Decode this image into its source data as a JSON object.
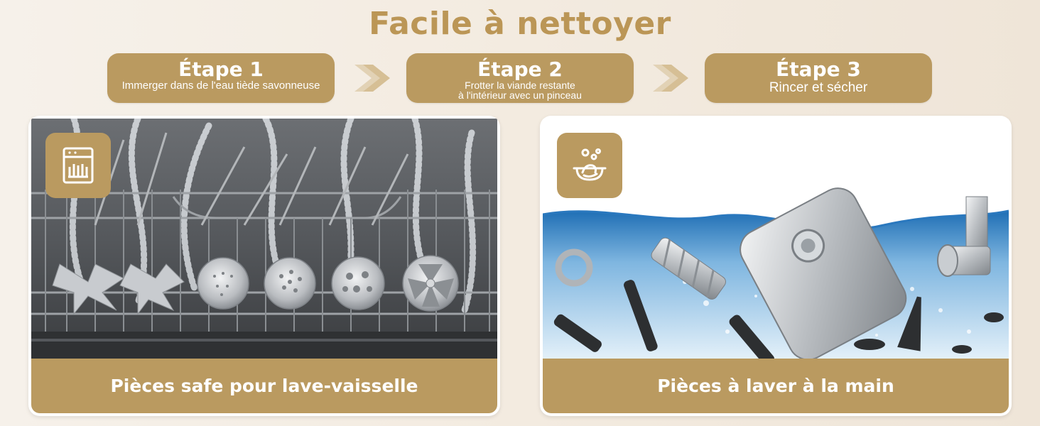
{
  "header": {
    "title": "Facile à nettoyer"
  },
  "steps": [
    {
      "title": "Étape 1",
      "desc_lines": [
        "Immerger dans de l'eau tiède savonneuse"
      ]
    },
    {
      "title": "Étape 2",
      "desc_lines": [
        "Frotter la viande restante",
        "à l'intérieur avec un pinceau"
      ]
    },
    {
      "title": "Étape 3",
      "desc_lines": [
        "Rincer et sécher"
      ]
    }
  ],
  "panels": {
    "left": {
      "caption": "Pièces safe pour lave-vaisselle",
      "icon": "dishwasher-icon"
    },
    "right": {
      "caption": "Pièces à laver à la main",
      "icon": "hand-wash-icon"
    }
  },
  "colors": {
    "accent": "#ba9a60",
    "title": "#bb9656",
    "background": "#f3ebe0",
    "water": "#3a8ccc"
  }
}
